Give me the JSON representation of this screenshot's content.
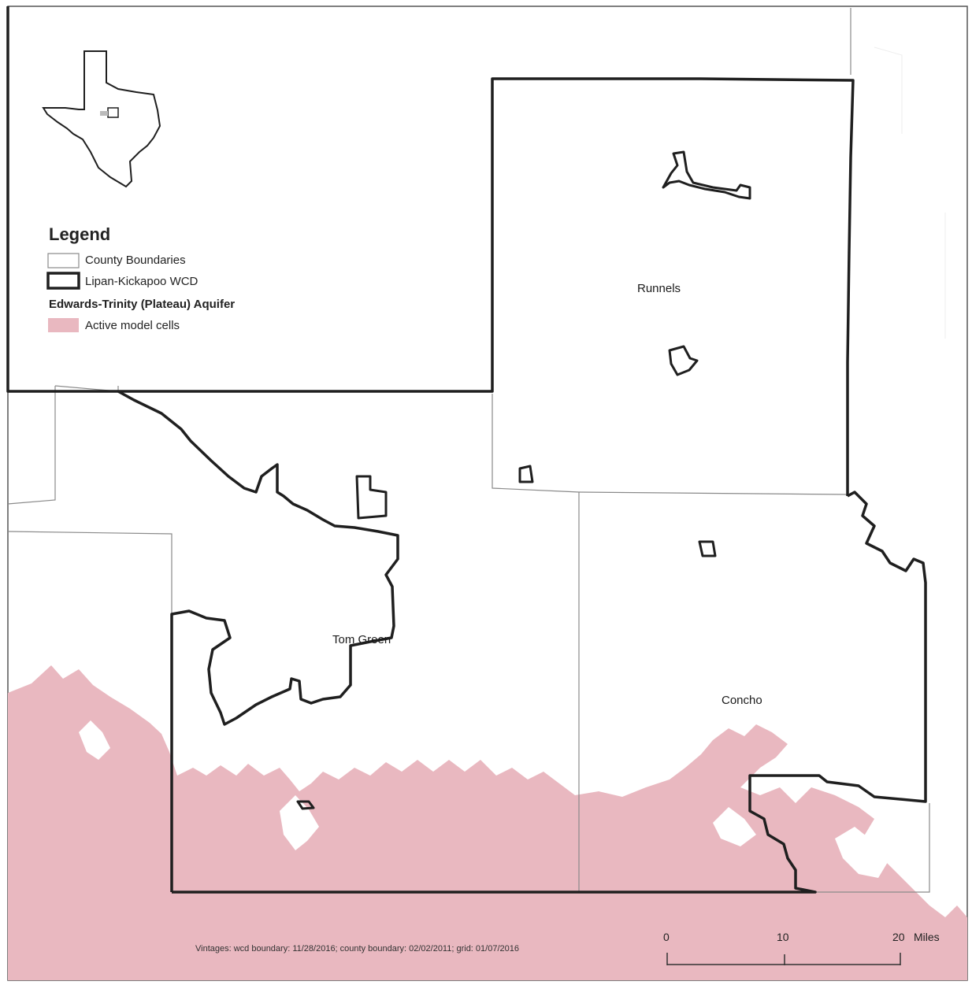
{
  "legend": {
    "title": "Legend",
    "items": [
      {
        "label": "County Boundaries"
      },
      {
        "label": "Lipan-Kickapoo WCD"
      }
    ],
    "aquifer_heading": "Edwards-Trinity (Plateau) Aquifer",
    "aquifer_item": "Active model cells"
  },
  "counties": {
    "runnels": "Runnels",
    "tom_green": "Tom Green",
    "concho": "Concho"
  },
  "footer": {
    "vintages": "Vintages: wcd boundary: 11/28/2016; county boundary: 02/02/2011; grid: 01/07/2016"
  },
  "scale_bar": {
    "ticks": [
      "0",
      "10",
      "20"
    ],
    "unit": "Miles"
  },
  "colors": {
    "aquifer": "#e9b8c0",
    "wcd_boundary": "#1f1f1f",
    "county_boundary": "#8a8a8a"
  }
}
